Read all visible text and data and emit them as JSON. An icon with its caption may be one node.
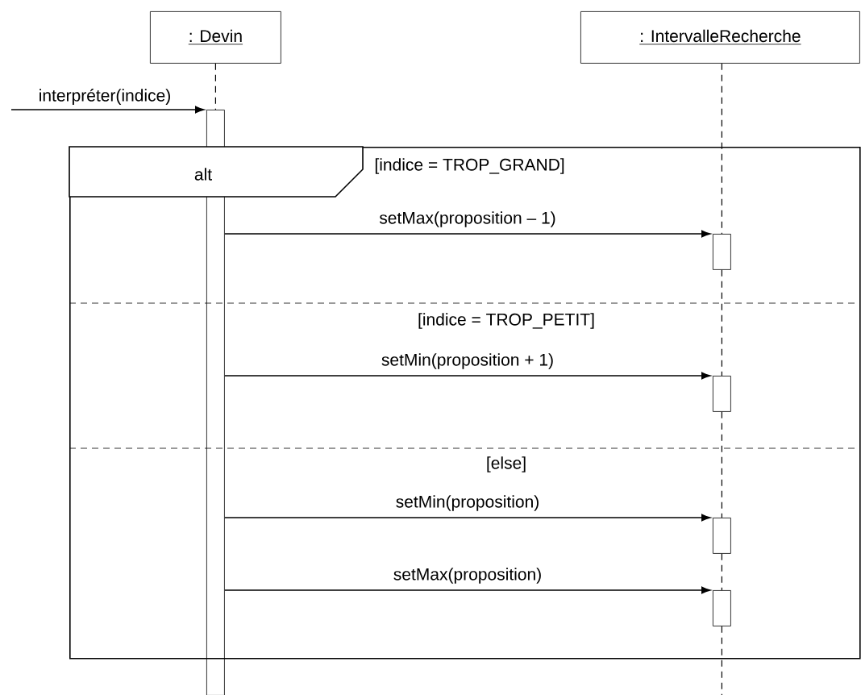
{
  "diagram": {
    "nodes": [
      {
        "text": [
          ": Devin"
        ]
      },
      {
        "text": [
          ": IntervalleRecherche"
        ]
      },
      {
        "text": [],
        "shape": "bar"
      },
      {
        "text": [
          "alt"
        ]
      },
      {
        "text": [],
        "shape": "bar",
        "in": 3
      },
      {
        "text": [],
        "shape": "bar",
        "in": 3
      },
      {
        "text": [],
        "shape": "bar",
        "in": 3
      },
      {
        "text": [],
        "shape": "bar",
        "in": 3
      }
    ],
    "edges": [
      {
        "from": 0,
        "to": 2,
        "arrow": "none",
        "style": "dashed"
      },
      {
        "from": 1,
        "to": 4,
        "arrow": "none",
        "style": "dashed"
      },
      {
        "from": 4,
        "to": 5,
        "arrow": "none",
        "style": "dashed"
      },
      {
        "from": 5,
        "to": 6,
        "arrow": "none",
        "style": "dashed"
      },
      {
        "from": 6,
        "to": 7,
        "arrow": "none",
        "style": "dashed"
      },
      {
        "from": 7,
        "to": null,
        "arrow": "none",
        "style": "dashed"
      },
      {
        "from": null,
        "to": 2,
        "arrow": "to",
        "label": "interpréter(indice)"
      },
      {
        "from": 2,
        "to": 4,
        "arrow": "to",
        "label": "setMax(proposition – 1)"
      },
      {
        "from": 2,
        "to": 5,
        "arrow": "to",
        "label": "setMin(proposition + 1)"
      },
      {
        "from": 2,
        "to": 6,
        "arrow": "to",
        "label": "setMin(proposition)"
      },
      {
        "from": 2,
        "to": 7,
        "arrow": "to",
        "label": "setMax(proposition)"
      }
    ],
    "labels": [
      "[indice = TROP_GRAND]",
      "[indice = TROP_PETIT]",
      "[else]"
    ]
  }
}
